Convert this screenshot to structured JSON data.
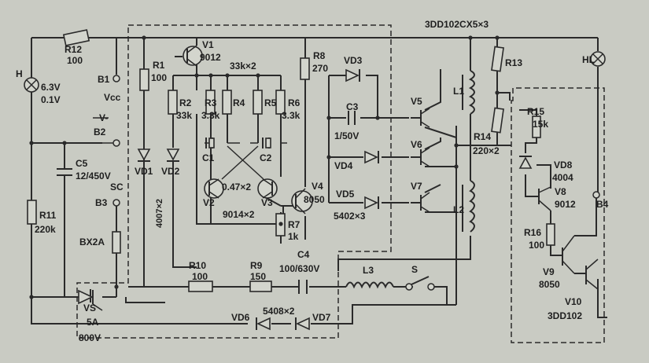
{
  "title": "3DD102CX5×3",
  "lamp_h": {
    "name": "H",
    "voltage": "6.3V",
    "current": "0.1V"
  },
  "lamp_hl": {
    "name": "HL"
  },
  "resistors": {
    "r1": {
      "name": "R1",
      "value": "100"
    },
    "r2": {
      "name": "R2",
      "value": "33k"
    },
    "r3": {
      "name": "R3",
      "value": "3.3k"
    },
    "r4": {
      "name": "R4"
    },
    "r5": {
      "name": "R5"
    },
    "r6": {
      "name": "R6",
      "value": "3.3k"
    },
    "r7": {
      "name": "R7",
      "value": "1k"
    },
    "r8": {
      "name": "R8",
      "value": "270"
    },
    "r9": {
      "name": "R9",
      "value": "150"
    },
    "r10": {
      "name": "R10",
      "value": "100"
    },
    "r11": {
      "name": "R11",
      "value": "220k"
    },
    "r12": {
      "name": "R12",
      "value": "100"
    },
    "r13": {
      "name": "R13"
    },
    "r14": {
      "name": "R14",
      "value": "220×2"
    },
    "r15": {
      "name": "R15",
      "value": "15k"
    },
    "r16": {
      "name": "R16",
      "value": "100"
    },
    "r45_value": "33k×2"
  },
  "capacitors": {
    "c1": {
      "name": "C1"
    },
    "c2": {
      "name": "C2"
    },
    "c12_value": "0.47×2",
    "c3": {
      "name": "C3",
      "value": "1/50V"
    },
    "c4": {
      "name": "C4",
      "value": "100/630V"
    },
    "c5": {
      "name": "C5",
      "value": "12/450V"
    }
  },
  "transistors": {
    "v1": {
      "name": "V1",
      "type": "9012"
    },
    "v2": {
      "name": "V2"
    },
    "v3": {
      "name": "V3"
    },
    "v23_type": "9014×2",
    "v4": {
      "name": "V4",
      "type": "8050"
    },
    "v5": {
      "name": "V5"
    },
    "v6": {
      "name": "V6"
    },
    "v7": {
      "name": "V7"
    },
    "v8": {
      "name": "V8",
      "type": "9012"
    },
    "v9": {
      "name": "V9",
      "type": "8050"
    },
    "v10": {
      "name": "V10",
      "type": "3DD102"
    }
  },
  "diodes": {
    "vd1": {
      "name": "VD1"
    },
    "vd2": {
      "name": "VD2"
    },
    "vd12_type": "4007×2",
    "vd3": {
      "name": "VD3"
    },
    "vd4": {
      "name": "VD4"
    },
    "vd5": {
      "name": "VD5"
    },
    "vd345_type": "5402×3",
    "vd6": {
      "name": "VD6"
    },
    "vd7": {
      "name": "VD7"
    },
    "vd67_type": "5408×2",
    "vd8": {
      "name": "VD8",
      "type": "4004"
    }
  },
  "inductors": {
    "l1": "L1",
    "l2": "L2",
    "l3": "L3"
  },
  "terminals": {
    "b1": "B1",
    "b2": "B2",
    "b3": "B3",
    "b4": "B4"
  },
  "labels": {
    "vcc": "Vcc",
    "vminus": "V-",
    "sc": "SC",
    "bx2a": "BX2A",
    "s": "S"
  },
  "thyristor": {
    "name": "VS",
    "current": "5A",
    "voltage": "800V"
  }
}
